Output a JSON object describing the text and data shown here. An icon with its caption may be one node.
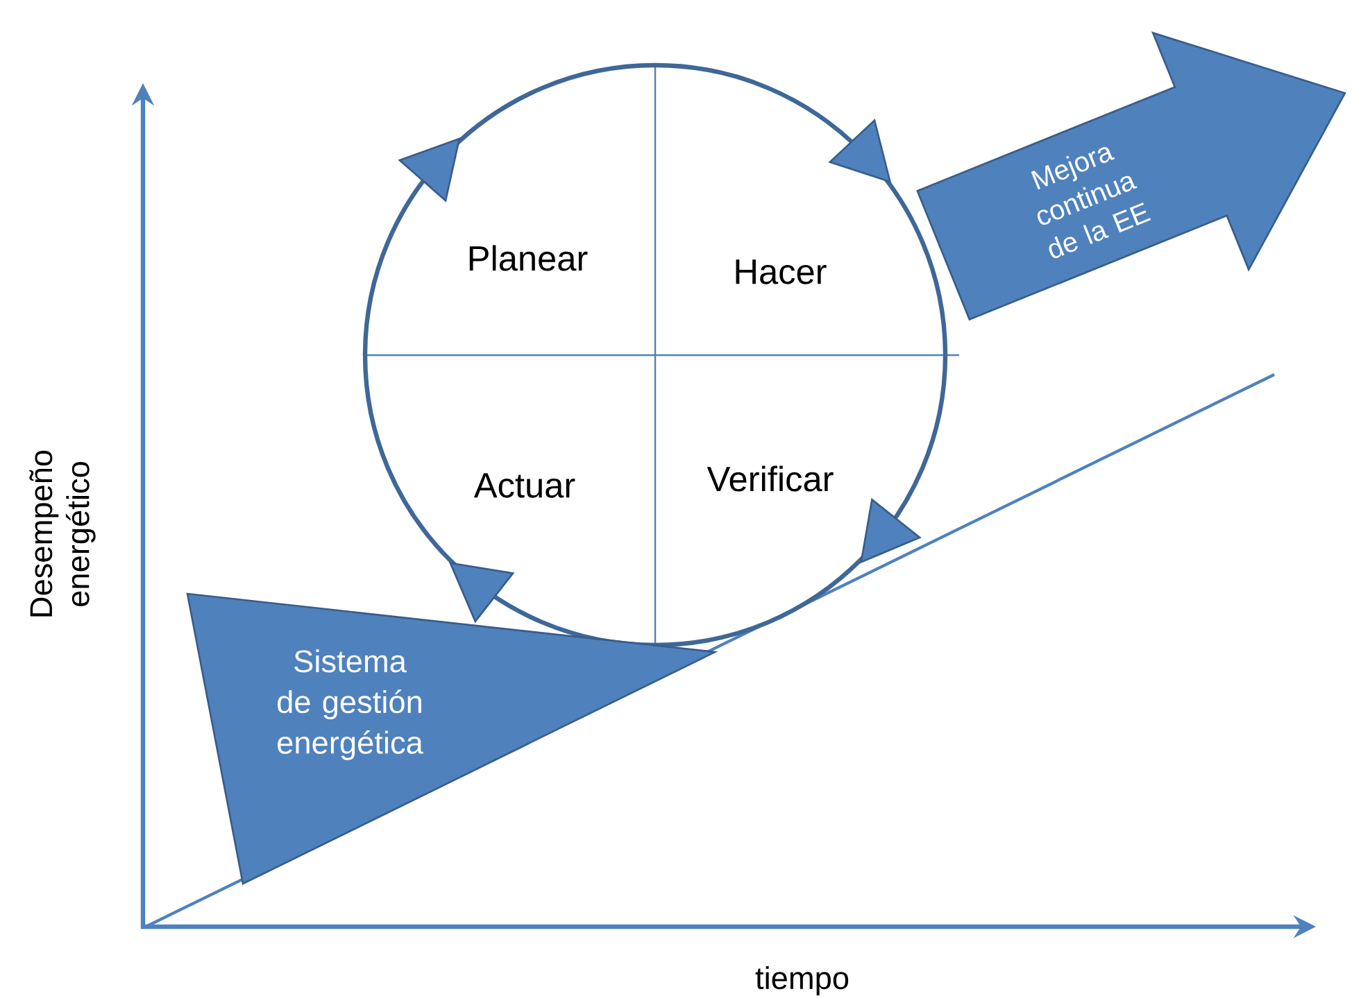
{
  "diagram": {
    "nodes": [
      {
        "text": [
          "Planear",
          "Hacer",
          "Actuar",
          "Verificar"
        ]
      },
      {
        "text": [
          "Sistema de gestión energética"
        ]
      },
      {
        "text": [
          "Mejora continua de la EE"
        ]
      }
    ],
    "labels": [
      "Desempeño energético",
      "tiempo"
    ]
  }
}
